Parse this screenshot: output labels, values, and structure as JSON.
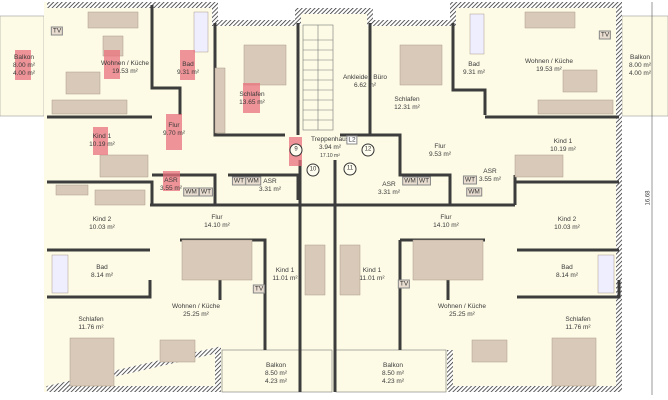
{
  "colors": {
    "room": "#fdfbe6",
    "wall": "#3c3c3c",
    "furniture": "#d9c9b8",
    "highlight": "#e8707c"
  },
  "rooms": [
    {
      "name": "Balkon",
      "area": "8.00 m²",
      "area2": "4.00 m²"
    },
    {
      "name": "Wohnen / Küche",
      "area": "19.53 m²"
    },
    {
      "name": "Bad",
      "area": "9.31 m²"
    },
    {
      "name": "Schlafen",
      "area": "13.65 m²"
    },
    {
      "name": "Flur",
      "area": "9.70 m²"
    },
    {
      "name": "Kind 1",
      "area": "10.19 m²"
    },
    {
      "name": "ASR",
      "area": "3.55 m²"
    },
    {
      "name": "Treppenhaus",
      "area": "3.94 m²",
      "area2": "17.10 m²"
    },
    {
      "name": "ASR",
      "area": "3.31 m²"
    },
    {
      "name": "Ankleide / Büro",
      "area": "6.62 m²"
    },
    {
      "name": "Schlafen",
      "area": "12.31 m²"
    },
    {
      "name": "Bad",
      "area": "9.31 m²"
    },
    {
      "name": "Wohnen / Küche",
      "area": "19.53 m²"
    },
    {
      "name": "Balkon",
      "area": "8.00 m²",
      "area2": "4.00 m²"
    },
    {
      "name": "Flur",
      "area": "9.53 m²"
    },
    {
      "name": "Kind 1",
      "area": "10.19 m²"
    },
    {
      "name": "ASR",
      "area": "3.31 m²"
    },
    {
      "name": "ASR",
      "area": "3.55 m²"
    },
    {
      "name": "Kind 2",
      "area": "10.03 m²"
    },
    {
      "name": "Flur",
      "area": "14.10 m²"
    },
    {
      "name": "Bad",
      "area": "8.14 m²"
    },
    {
      "name": "Wohnen / Küche",
      "area": "25.25 m²"
    },
    {
      "name": "Kind 1",
      "area": "11.01 m²"
    },
    {
      "name": "Schlafen",
      "area": "11.76 m²"
    },
    {
      "name": "Balkon",
      "area": "8.50 m²",
      "area2": "4.23 m²"
    },
    {
      "name": "Flur",
      "area": "14.10 m²"
    },
    {
      "name": "Kind 2",
      "area": "10.03 m²"
    },
    {
      "name": "Kind 1",
      "area": "11.01 m²"
    },
    {
      "name": "Bad",
      "area": "8.14 m²"
    },
    {
      "name": "Wohnen / Küche",
      "area": "25.25 m²"
    },
    {
      "name": "Schlafen",
      "area": "11.76 m²"
    },
    {
      "name": "Balkon",
      "area": "8.50 m²",
      "area2": "4.23 m²"
    }
  ],
  "tags": {
    "wm": "WM",
    "wt": "WT",
    "tv": "TV",
    "l2": "L2"
  },
  "markers": [
    "9",
    "10",
    "11",
    "12"
  ],
  "dimension": "16.68"
}
